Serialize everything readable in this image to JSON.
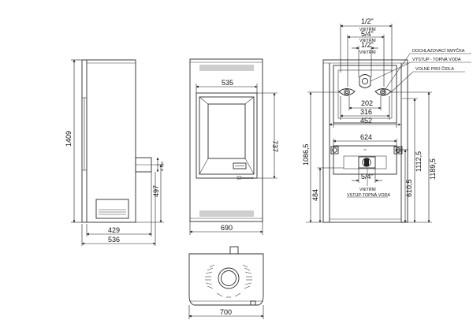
{
  "side_view": {
    "height": "1409",
    "depth_base": "429",
    "depth_total": "536",
    "outlet_height": "497",
    "outlet_diameter": "ø 120"
  },
  "front_view": {
    "door_width": "535",
    "door_height": "737",
    "width": "690",
    "brand_badge": "ROMOTOP"
  },
  "top_view": {
    "width": "700"
  },
  "rear_view": {
    "dim_half_inch_top": "1/2\"",
    "label_inner_top": "VNITŘNÍ",
    "dim_five_quarter_top": "5/4\"",
    "label_inner_mid": "VNITŘNÍ",
    "dim_half_inch_mid": "1/2\"",
    "label_inner_low": "VNITŘNÍ",
    "dim_202": "202",
    "dim_316": "316",
    "dim_452": "452",
    "dim_624": "624",
    "dim_five_quarter_bottom": "5/4\"",
    "label_inner_bottom": "VNITŘNÍ",
    "label_inlet_bottom": "VSTUP-TOPNÁ VODA",
    "callout_cooling_loop": "DOCHLAZOVACÍ SMYČKA",
    "callout_outlet": "VÝSTUP - TOPNÁ VODA",
    "callout_sensor": "VOLNÉ PRO ČIDLA",
    "dim_1086": "1086,5",
    "dim_1112": "1112,5",
    "dim_1189": "1189,5",
    "dim_484": "484",
    "dim_610": "610,5"
  }
}
